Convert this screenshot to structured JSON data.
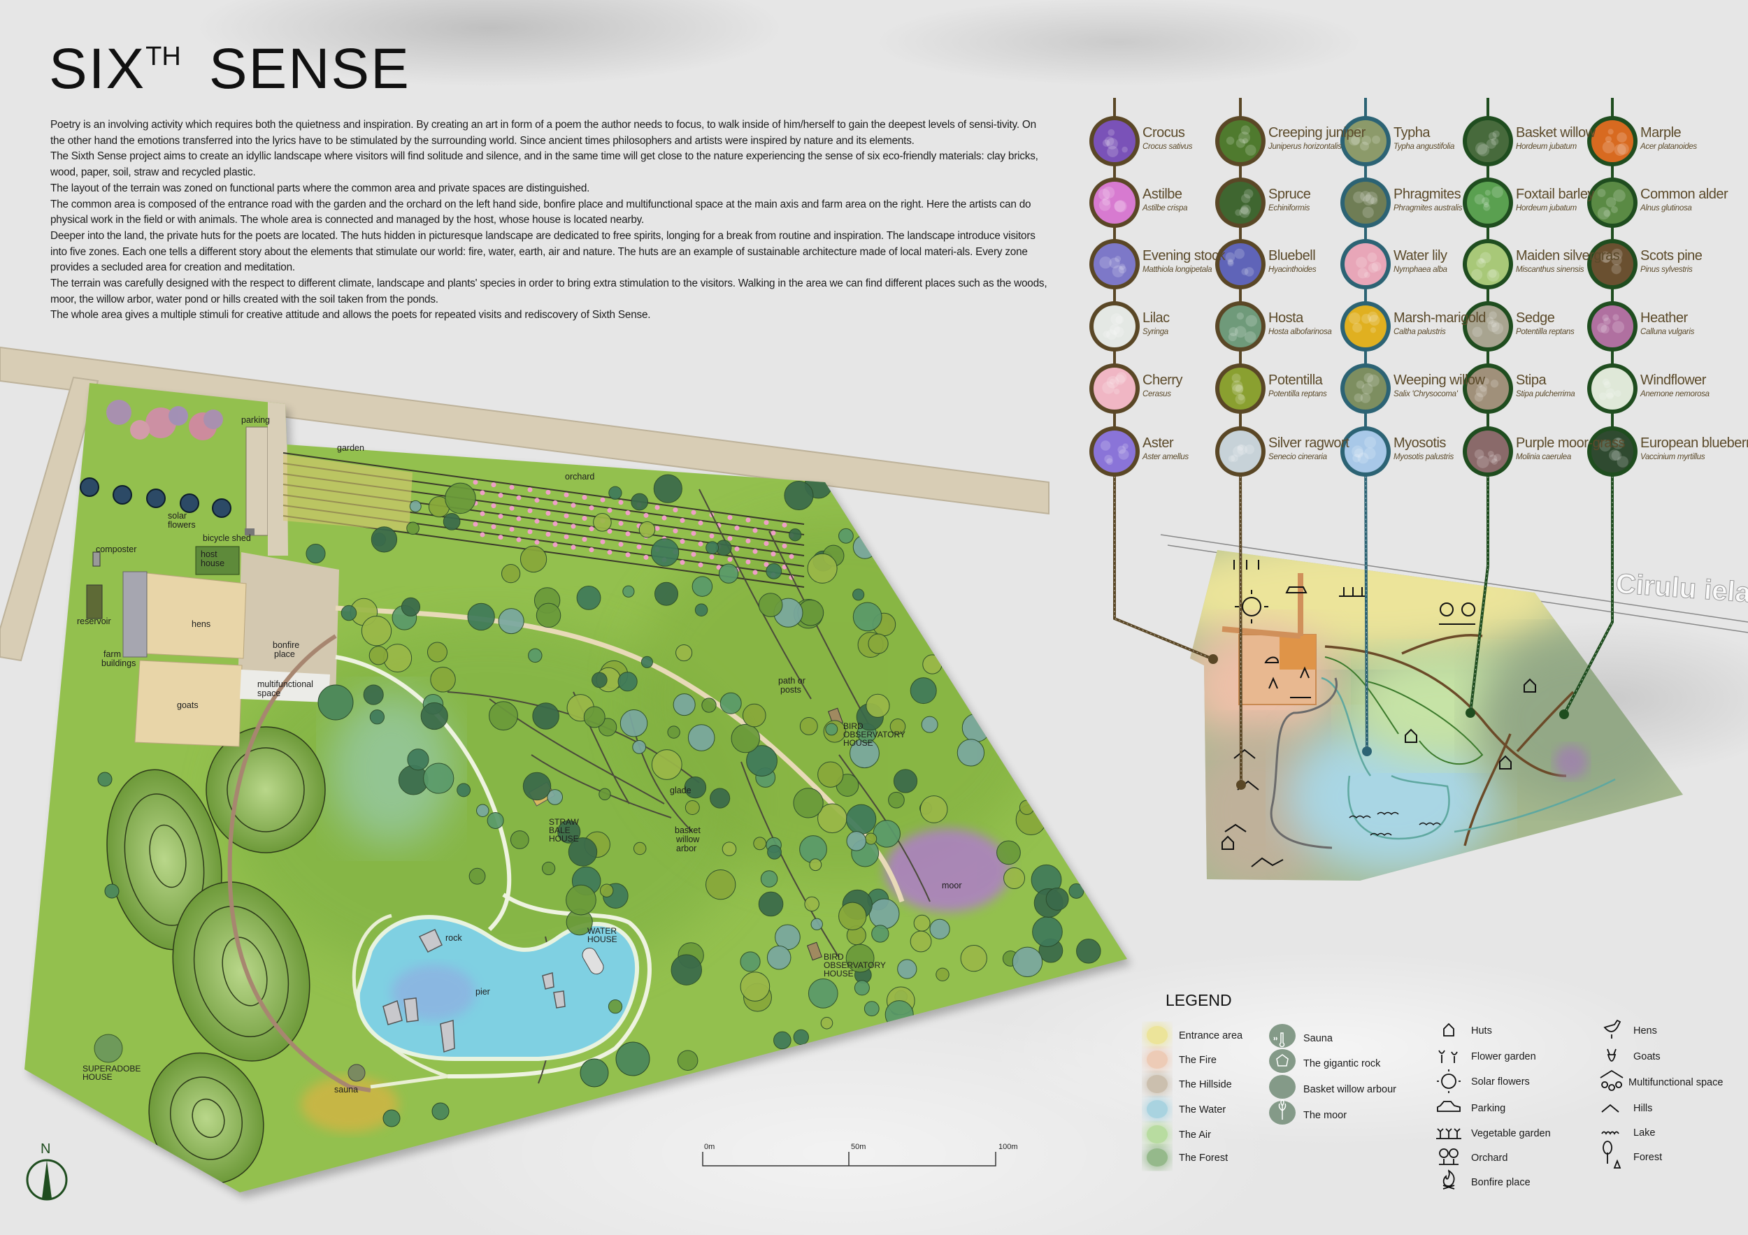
{
  "title": {
    "main": "SIX",
    "superscript": "TH",
    "second": "SENSE"
  },
  "intro_paragraphs": [
    "Poetry is an involving activity which requires both the quietness and inspiration. By creating an art in form of a poem the author needs to focus, to walk inside of him/herself to gain the deepest levels of sensi-tivity. On the other hand the emotions transferred into the lyrics have to be stimulated by the surrounding world. Since ancient times philosophers and artists were inspired by nature and its elements.",
    "The Sixth Sense project aims to create an idyllic landscape where visitors will find solitude and silence, and in the same time will get close to the nature experiencing the sense of six eco-friendly materials: clay bricks, wood, paper, soil, straw and recycled plastic.",
    "The layout of the terrain was zoned on functional parts where the common area and private spaces are distinguished.",
    "The common area is composed of the entrance road with the garden and the orchard on the left hand side, bonfire place and multifunctional space at the main axis and farm area on the right. Here the artists can do physical work in the field or with animals. The whole area is connected and managed by the host, whose house is located nearby.",
    "Deeper into the land, the private huts for the poets are located. The huts hidden in picturesque landscape are dedicated to free spirits, longing for a break from routine and inspiration. The landscape introduce visitors into five zones. Each one tells a different story about the elements that stimulate our world: fire, water, earth, air and nature. The huts are an example of sustainable architecture made of local materi-als. Every zone provides a secluded area for creation and meditation.",
    "The terrain was carefully designed with the respect to different climate, landscape and plants' species in order to bring extra stimulation to the visitors. Walking in the area we can find different places such as the woods, moor, the willow arbor,  water pond or hills created with the soil taken from the ponds.",
    "The whole area gives a multiple stimuli for creative attitude and allows the poets for repeated visits and rediscovery of Sixth Sense."
  ],
  "plant_columns": [
    {
      "zone": "fire",
      "ring_color": "#5a4726",
      "plants": [
        {
          "name": "Crocus",
          "latin": "Crocus sativus",
          "photo_color": "#7a52b8"
        },
        {
          "name": "Astilbe",
          "latin": "Astilbe crispa",
          "photo_color": "#d77ad0"
        },
        {
          "name": "Evening stock",
          "latin": "Matthiola longipetala",
          "photo_color": "#7d78c8"
        },
        {
          "name": "Lilac",
          "latin": "Syringa",
          "photo_color": "#e4e8e4"
        },
        {
          "name": "Cherry",
          "latin": "Cerasus",
          "photo_color": "#f0b6c4"
        },
        {
          "name": "Aster",
          "latin": "Aster amellus",
          "photo_color": "#8a74d8"
        }
      ]
    },
    {
      "zone": "hillside",
      "ring_color": "#5a4726",
      "plants": [
        {
          "name": "Creeping juniper",
          "latin": "Juniperus horizontalis",
          "photo_color": "#4f7a2e"
        },
        {
          "name": "Spruce",
          "latin": "Echiniformis",
          "photo_color": "#3f6630"
        },
        {
          "name": "Bluebell",
          "latin": "Hyacinthoides",
          "photo_color": "#5f64b8"
        },
        {
          "name": "Hosta",
          "latin": "Hosta albofarinosa",
          "photo_color": "#6f9a7a"
        },
        {
          "name": "Potentilla",
          "latin": "Potentilla reptans",
          "photo_color": "#8aa030"
        },
        {
          "name": "Silver ragwort",
          "latin": "Senecio cineraria",
          "photo_color": "#c7d2d8"
        }
      ]
    },
    {
      "zone": "water",
      "ring_color": "#2c6374",
      "plants": [
        {
          "name": "Typha",
          "latin": "Typha angustifolia",
          "photo_color": "#8c9a6a"
        },
        {
          "name": "Phragmites",
          "latin": "Phragmites australis",
          "photo_color": "#6f7d55"
        },
        {
          "name": "Water lily",
          "latin": "Nymphaea alba",
          "photo_color": "#e8a6b8"
        },
        {
          "name": "Marsh-marigold",
          "latin": "Caltha palustris",
          "photo_color": "#e0b020"
        },
        {
          "name": "Weeping willow",
          "latin": "Salix 'Chrysocoma'",
          "photo_color": "#7d8e60"
        },
        {
          "name": "Myosotis",
          "latin": "Myosotis palustris",
          "photo_color": "#a8c8e8"
        }
      ]
    },
    {
      "zone": "air",
      "ring_color": "#1f4d1f",
      "plants": [
        {
          "name": "Basket willow",
          "latin": "Hordeum jubatum",
          "photo_color": "#476a3c"
        },
        {
          "name": "Foxtail barley",
          "latin": "Hordeum jubatum",
          "photo_color": "#5aa050"
        },
        {
          "name": "Maiden silvergras",
          "latin": "Miscanthus sinensis",
          "photo_color": "#a8c878"
        },
        {
          "name": "Sedge",
          "latin": "Potentilla reptans",
          "photo_color": "#a8a490"
        },
        {
          "name": "Stipa",
          "latin": "Stipa pulcherrima",
          "photo_color": "#a0907a"
        },
        {
          "name": "Purple moor-grass",
          "latin": "Molinia caerulea",
          "photo_color": "#8a6a6a"
        }
      ]
    },
    {
      "zone": "forest",
      "ring_color": "#1f4d1f",
      "plants": [
        {
          "name": "Marple",
          "latin": "Acer platanoides",
          "photo_color": "#d86a20"
        },
        {
          "name": "Common alder",
          "latin": "Alnus glutinosa",
          "photo_color": "#5a8a44"
        },
        {
          "name": "Scots pine",
          "latin": "Pinus sylvestris",
          "photo_color": "#6a5030"
        },
        {
          "name": "Heather",
          "latin": "Calluna vulgaris",
          "photo_color": "#b070a0"
        },
        {
          "name": "Windflower",
          "latin": "Anemone nemorosa",
          "photo_color": "#dfe8d8"
        },
        {
          "name": "European blueberry",
          "latin": "Vaccinium myrtillus",
          "photo_color": "#2f4a30"
        }
      ]
    }
  ],
  "map_labels": {
    "parking": "parking",
    "garden": "garden",
    "orchard": "orchard",
    "solar_1": "solar",
    "solar_2": "flowers",
    "bicycle_shed": "bicycle shed",
    "composter": "composter",
    "host_1": "host",
    "host_2": "house",
    "reservoir": "reservoir",
    "farm_1": "farm",
    "farm_2": "buildings",
    "hens": "hens",
    "bonfire_1": "bonfire",
    "bonfire_2": "place",
    "multi_1": "multifunctional",
    "multi_2": "space",
    "goats": "goats",
    "path_1": "path or",
    "path_2": "posts",
    "bird1_1": "BIRD",
    "bird1_2": "OBSERVATORY",
    "bird1_3": "HOUSE",
    "straw_1": "STRAW",
    "straw_2": "BALE",
    "straw_3": "HOUSE",
    "glade": "glade",
    "basket_1": "basket",
    "basket_2": "willow",
    "basket_3": "arbor",
    "moor": "moor",
    "rock": "rock",
    "water_1": "WATER",
    "water_2": "HOUSE",
    "pier": "pier",
    "bird2_1": "BIRD",
    "bird2_2": "OBSERVATORY",
    "bird2_3": "HOUSE",
    "superadobe_1": "SUPERADOBE",
    "superadobe_2": "HOUSE",
    "sauna": "sauna",
    "road": "Cirulu iela"
  },
  "compass": {
    "label": "N"
  },
  "scale_bar": {
    "ticks": [
      "0m",
      "50m",
      "100m"
    ]
  },
  "legend": {
    "title": "LEGEND",
    "zones": [
      {
        "label": "Entrance area",
        "color": "#ece49a"
      },
      {
        "label": "The Fire",
        "color": "#edcbb6"
      },
      {
        "label": "The Hillside",
        "color": "#cbbfae"
      },
      {
        "label": "The Water",
        "color": "#a9d3e0"
      },
      {
        "label": "The Air",
        "color": "#b8dca0"
      },
      {
        "label": "The Forest",
        "color": "#95b98b"
      }
    ],
    "features": [
      {
        "label": "Sauna",
        "icon": "thermometer-icon"
      },
      {
        "label": "The gigantic rock",
        "icon": "rock-icon"
      },
      {
        "label": "Basket willow arbour",
        "icon": "arbour-icon"
      },
      {
        "label": "The moor",
        "icon": "moor-plant-icon"
      }
    ],
    "symbols_1": [
      {
        "label": "Huts",
        "icon": "hut-icon"
      },
      {
        "label": "Flower garden",
        "icon": "tulip-icon"
      },
      {
        "label": "Solar flowers",
        "icon": "solar-flower-icon"
      },
      {
        "label": "Parking",
        "icon": "car-icon"
      },
      {
        "label": "Vegetable garden",
        "icon": "sprout-icon"
      },
      {
        "label": "Orchard",
        "icon": "orchard-tree-icon"
      },
      {
        "label": "Bonfire place",
        "icon": "bonfire-icon"
      }
    ],
    "symbols_2": [
      {
        "label": "Hens",
        "icon": "hen-icon"
      },
      {
        "label": "Goats",
        "icon": "goat-icon"
      },
      {
        "label": "Multifunctional space",
        "icon": "people-icon"
      },
      {
        "label": "Hills",
        "icon": "hill-icon"
      },
      {
        "label": "Lake",
        "icon": "waves-icon"
      },
      {
        "label": "Forest",
        "icon": "tree-icon"
      }
    ]
  },
  "colors": {
    "grass": "#8fbf4a",
    "path": "#e6d7b4",
    "pond": "#7fd0e2",
    "moor": "#b07ad0"
  }
}
